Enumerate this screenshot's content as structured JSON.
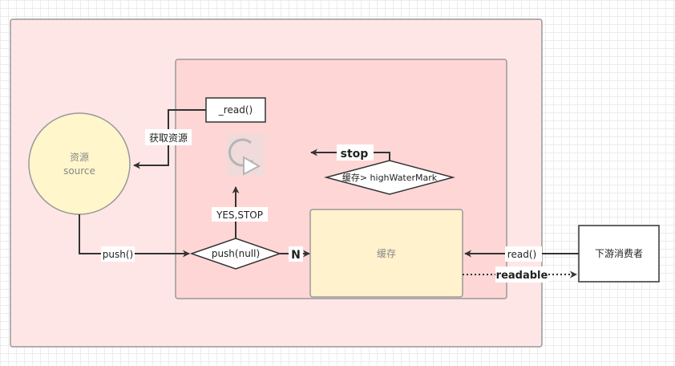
{
  "colors": {
    "outer_fill": "#ffe6e6",
    "inner_fill": "#ffd6d6",
    "box_fill": "#fff2cc",
    "source_fill": "#fff6cc",
    "border": "#999999",
    "arrow": "#333333"
  },
  "nodes": {
    "source": {
      "line1": "资源",
      "line2": "source"
    },
    "read_box": "_read()",
    "buffer": "缓存",
    "consumer": "下游消费者",
    "push_null": "push(null)",
    "highwatermark": "缓存> highWaterMark"
  },
  "edge_labels": {
    "fetch": "获取资源",
    "push": "push()",
    "n": "N",
    "yes_stop": "YES,STOP",
    "stop": "stop",
    "read": "read()",
    "readable": "readable"
  },
  "icons": {
    "restart": "restart-icon"
  }
}
